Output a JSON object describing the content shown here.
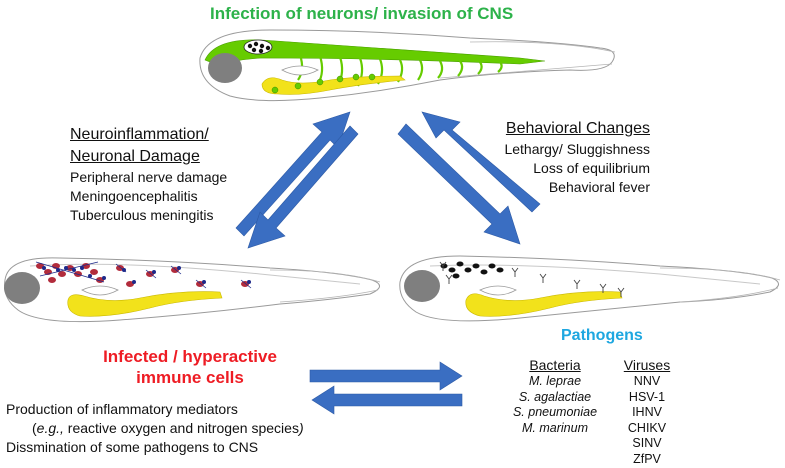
{
  "top_title": "Infection of neurons/ invasion of CNS",
  "left_panel": {
    "heading_line1": "Neuroinflammation/",
    "heading_line2": "Neuronal Damage",
    "items": [
      "Peripheral nerve damage",
      "Meningoencephalitis",
      "Tuberculous meningitis"
    ]
  },
  "right_panel": {
    "heading": "Behavioral Changes",
    "items": [
      "Lethargy/ Sluggishness",
      "Loss of equilibrium",
      "Behavioral fever"
    ]
  },
  "immune": {
    "title_line1": "Infected / hyperactive",
    "title_line2": "immune cells",
    "line1": "Production of inflammatory mediators",
    "line2_prefix": "(",
    "line2_italic": "e.g.,",
    "line2_rest": " reactive oxygen and nitrogen species",
    "line2_suffix": ")",
    "line3": "Dissmination of some pathogens to CNS"
  },
  "pathogens": {
    "title": "Pathogens",
    "bacteria_header": "Bacteria",
    "bacteria": [
      "M. leprae",
      "S. agalactiae",
      "S. pneumoniae",
      "M. marinum"
    ],
    "viruses_header": "Viruses",
    "viruses": [
      "NNV",
      "HSV-1",
      "IHNV",
      "CHIKV",
      "SINV",
      "ZfPV"
    ]
  },
  "colors": {
    "green_title": "#2db24a",
    "red_title": "#ee1c24",
    "blue_title": "#1ea7e0",
    "arrow_blue": "#3a6ec2",
    "neuron_green": "#66cc00",
    "yolk_yellow": "#f2e21b",
    "eye_gray": "#7f7f7f"
  }
}
